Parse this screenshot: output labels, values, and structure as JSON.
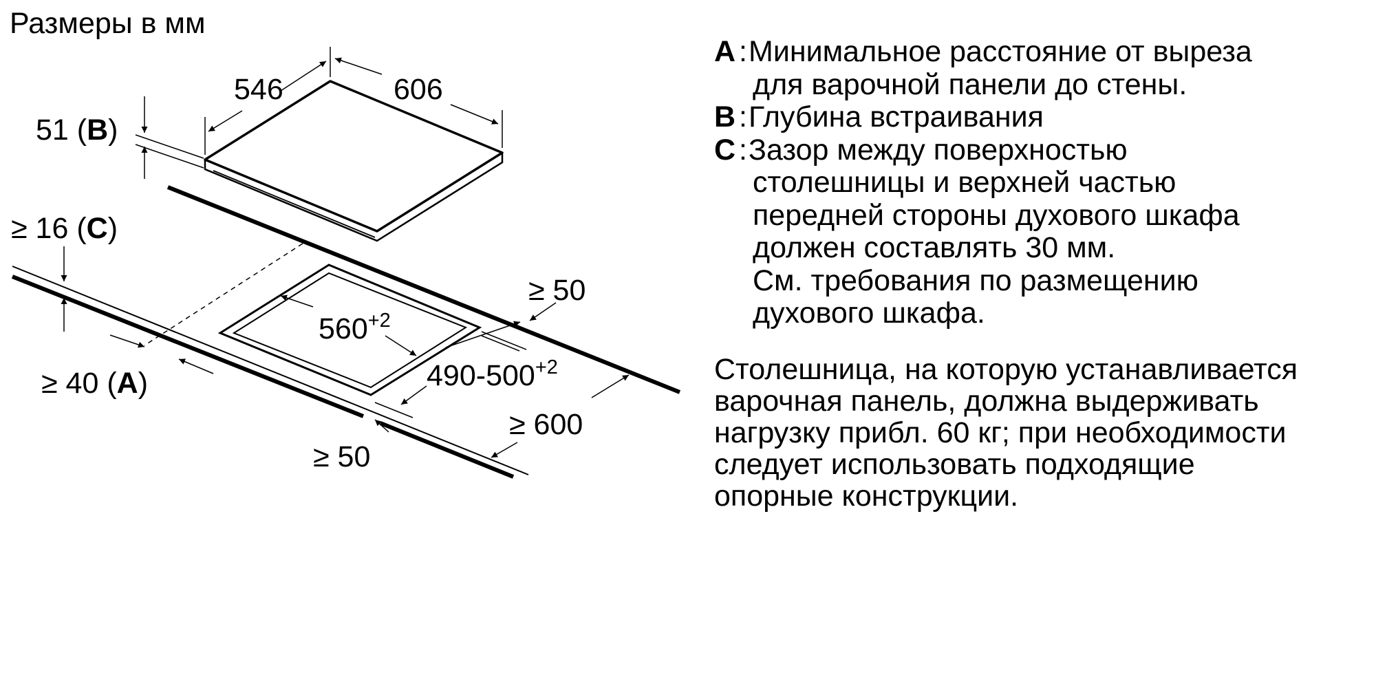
{
  "title": "Размеры в мм",
  "dimensions": {
    "hob_width": "546",
    "hob_depth": "606",
    "embed_depth_value": "51 (",
    "embed_depth_letter": "B",
    "embed_depth_close": ")",
    "gap_c_value": "≥ 16 (",
    "gap_c_letter": "C",
    "gap_c_close": ")",
    "cutout_width": "560",
    "cutout_width_tol": "+2",
    "cutout_depth": "490-500",
    "cutout_depth_tol": "+2",
    "rear_min": "≥ 50",
    "side_min": "≥ 600",
    "front_min": "≥ 50",
    "wall_a_value": "≥ 40 (",
    "wall_a_letter": "A",
    "wall_a_close": ")"
  },
  "legend": [
    {
      "key": "A",
      "lines": [
        "Минимальное расстояние от выреза",
        "для варочной панели до стены."
      ]
    },
    {
      "key": "B",
      "lines": [
        "Глубина встраивания"
      ]
    },
    {
      "key": "C",
      "lines": [
        "Зазор между поверхностью",
        "столешницы и верхней частью",
        "передней стороны духового шкафа",
        "должен составлять 30 мм.",
        "См. требования по размещению",
        "духового шкафа."
      ]
    }
  ],
  "note_lines": [
    "Столешница, на которую устанавливается",
    "варочная панель, должна выдерживать",
    "нагрузку прибл. 60 кг; при необходимости",
    "следует использовать подходящие",
    "опорные конструкции."
  ]
}
